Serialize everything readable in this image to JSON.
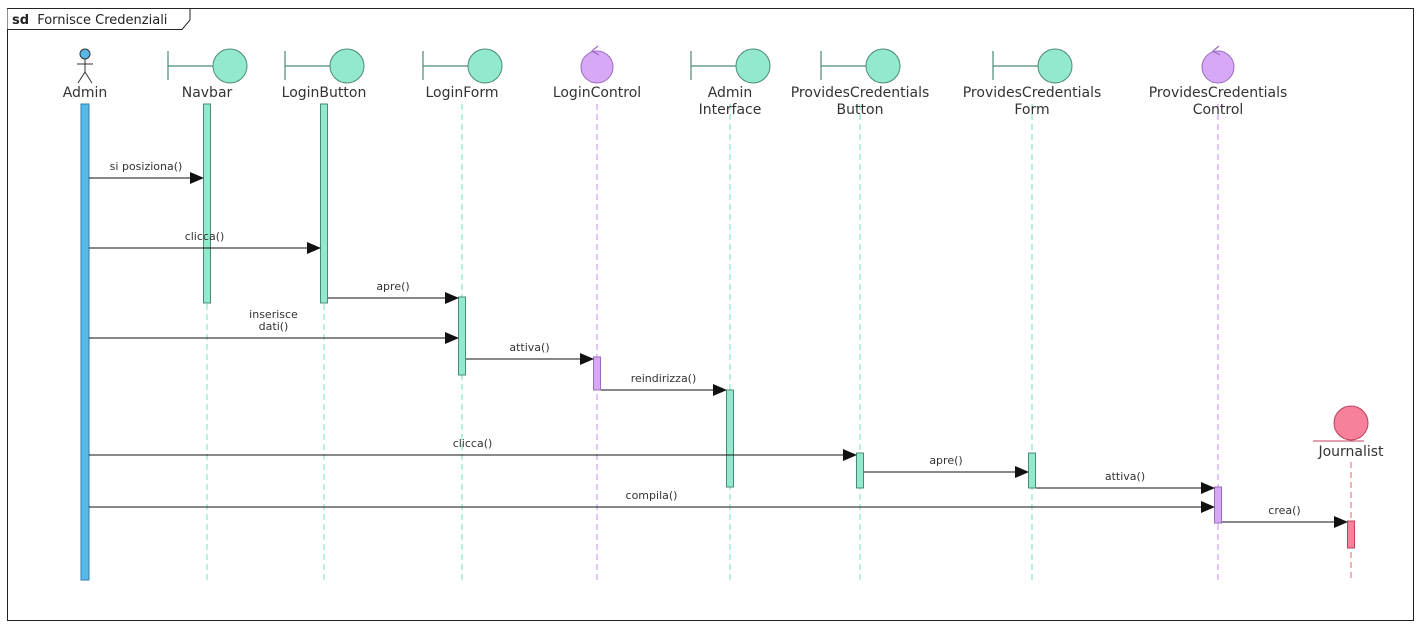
{
  "frame": {
    "keyword": "sd",
    "title": "Fornisce Credenziali"
  },
  "colors": {
    "boundary": "#93e9cd",
    "control": "#d7a8f5",
    "entity": "#f7809a",
    "actor": "#57b9ea",
    "line": "#333333",
    "border": "#4a8a78"
  },
  "participants": [
    {
      "id": "admin",
      "type": "actor",
      "label": [
        "Admin"
      ]
    },
    {
      "id": "navbar",
      "type": "boundary",
      "label": [
        "Navbar"
      ]
    },
    {
      "id": "loginbutton",
      "type": "boundary",
      "label": [
        "LoginButton"
      ]
    },
    {
      "id": "loginform",
      "type": "boundary",
      "label": [
        "LoginForm"
      ]
    },
    {
      "id": "logincontrol",
      "type": "control",
      "label": [
        "LoginControl"
      ]
    },
    {
      "id": "admininterface",
      "type": "boundary",
      "label": [
        "Admin",
        "Interface"
      ]
    },
    {
      "id": "pcbutton",
      "type": "boundary",
      "label": [
        "ProvidesCredentials",
        "Button"
      ]
    },
    {
      "id": "pcform",
      "type": "boundary",
      "label": [
        "ProvidesCredentials",
        "Form"
      ]
    },
    {
      "id": "pccontrol",
      "type": "control",
      "label": [
        "ProvidesCredentials",
        "Control"
      ]
    },
    {
      "id": "journalist",
      "type": "entity",
      "label": [
        "Journalist"
      ]
    }
  ],
  "messages": [
    {
      "from": "admin",
      "to": "navbar",
      "label": [
        "si posiziona()"
      ]
    },
    {
      "from": "admin",
      "to": "loginbutton",
      "label": [
        "clicca()"
      ]
    },
    {
      "from": "loginbutton",
      "to": "loginform",
      "label": [
        "apre()"
      ]
    },
    {
      "from": "admin",
      "to": "loginform",
      "label": [
        "inserisce",
        "dati()"
      ]
    },
    {
      "from": "loginform",
      "to": "logincontrol",
      "label": [
        "attiva()"
      ]
    },
    {
      "from": "logincontrol",
      "to": "admininterface",
      "label": [
        "reindirizza()"
      ]
    },
    {
      "from": "admin",
      "to": "pcbutton",
      "label": [
        "clicca()"
      ]
    },
    {
      "from": "pcbutton",
      "to": "pcform",
      "label": [
        "apre()"
      ]
    },
    {
      "from": "pcform",
      "to": "pccontrol",
      "label": [
        "attiva()"
      ]
    },
    {
      "from": "admin",
      "to": "pccontrol",
      "label": [
        "compila()"
      ]
    },
    {
      "from": "pccontrol",
      "to": "journalist",
      "label": [
        "crea()"
      ]
    }
  ]
}
